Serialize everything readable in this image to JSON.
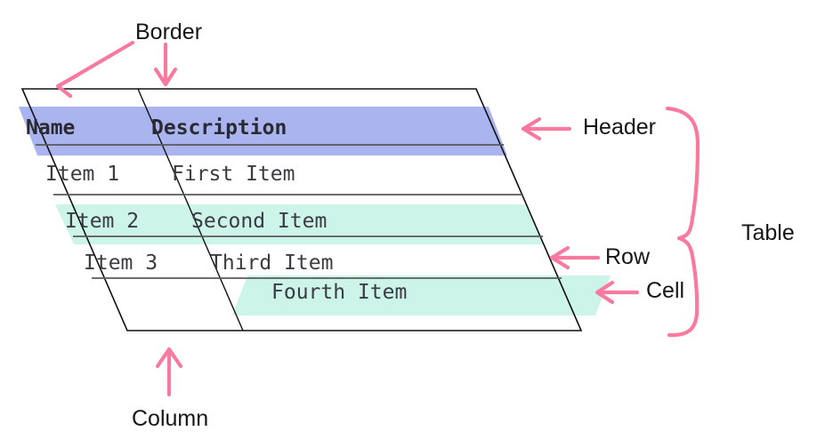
{
  "diagram": {
    "title": "HTML table anatomy diagram",
    "colors": {
      "header_band": "#aab4ee",
      "row_band": "#cdf4e9",
      "annotation_pink": "#f9799f",
      "border_line": "#111111",
      "rule_line": "#5a5a5a",
      "text": "#3b3b44",
      "label_text": "#15151a",
      "background": "#ffffff"
    }
  },
  "table": {
    "columns": [
      "Name",
      "Description"
    ],
    "header": {
      "name": "Name",
      "description": "Description"
    },
    "rows": [
      {
        "name": "Item 1",
        "description": "First Item",
        "highlighted": false
      },
      {
        "name": "Item 2",
        "description": "Second Item",
        "highlighted": true
      },
      {
        "name": "Item 3",
        "description": "Third Item",
        "highlighted": false
      }
    ],
    "floating_cell": {
      "text": "Fourth Item",
      "highlighted": true
    }
  },
  "annotations": [
    {
      "id": "border",
      "label": "Border",
      "arrows": 2,
      "arrow_style": "diagonal-and-down"
    },
    {
      "id": "header",
      "label": "Header",
      "arrows": 1,
      "arrow_style": "left"
    },
    {
      "id": "table",
      "label": "Table",
      "arrows": 0,
      "arrow_style": "curly-brace"
    },
    {
      "id": "row",
      "label": "Row",
      "arrows": 1,
      "arrow_style": "left"
    },
    {
      "id": "cell",
      "label": "Cell",
      "arrows": 1,
      "arrow_style": "left"
    },
    {
      "id": "column",
      "label": "Column",
      "arrows": 1,
      "arrow_style": "up"
    }
  ],
  "labels": {
    "border": "Border",
    "header": "Header",
    "table": "Table",
    "row": "Row",
    "cell": "Cell",
    "column": "Column"
  }
}
